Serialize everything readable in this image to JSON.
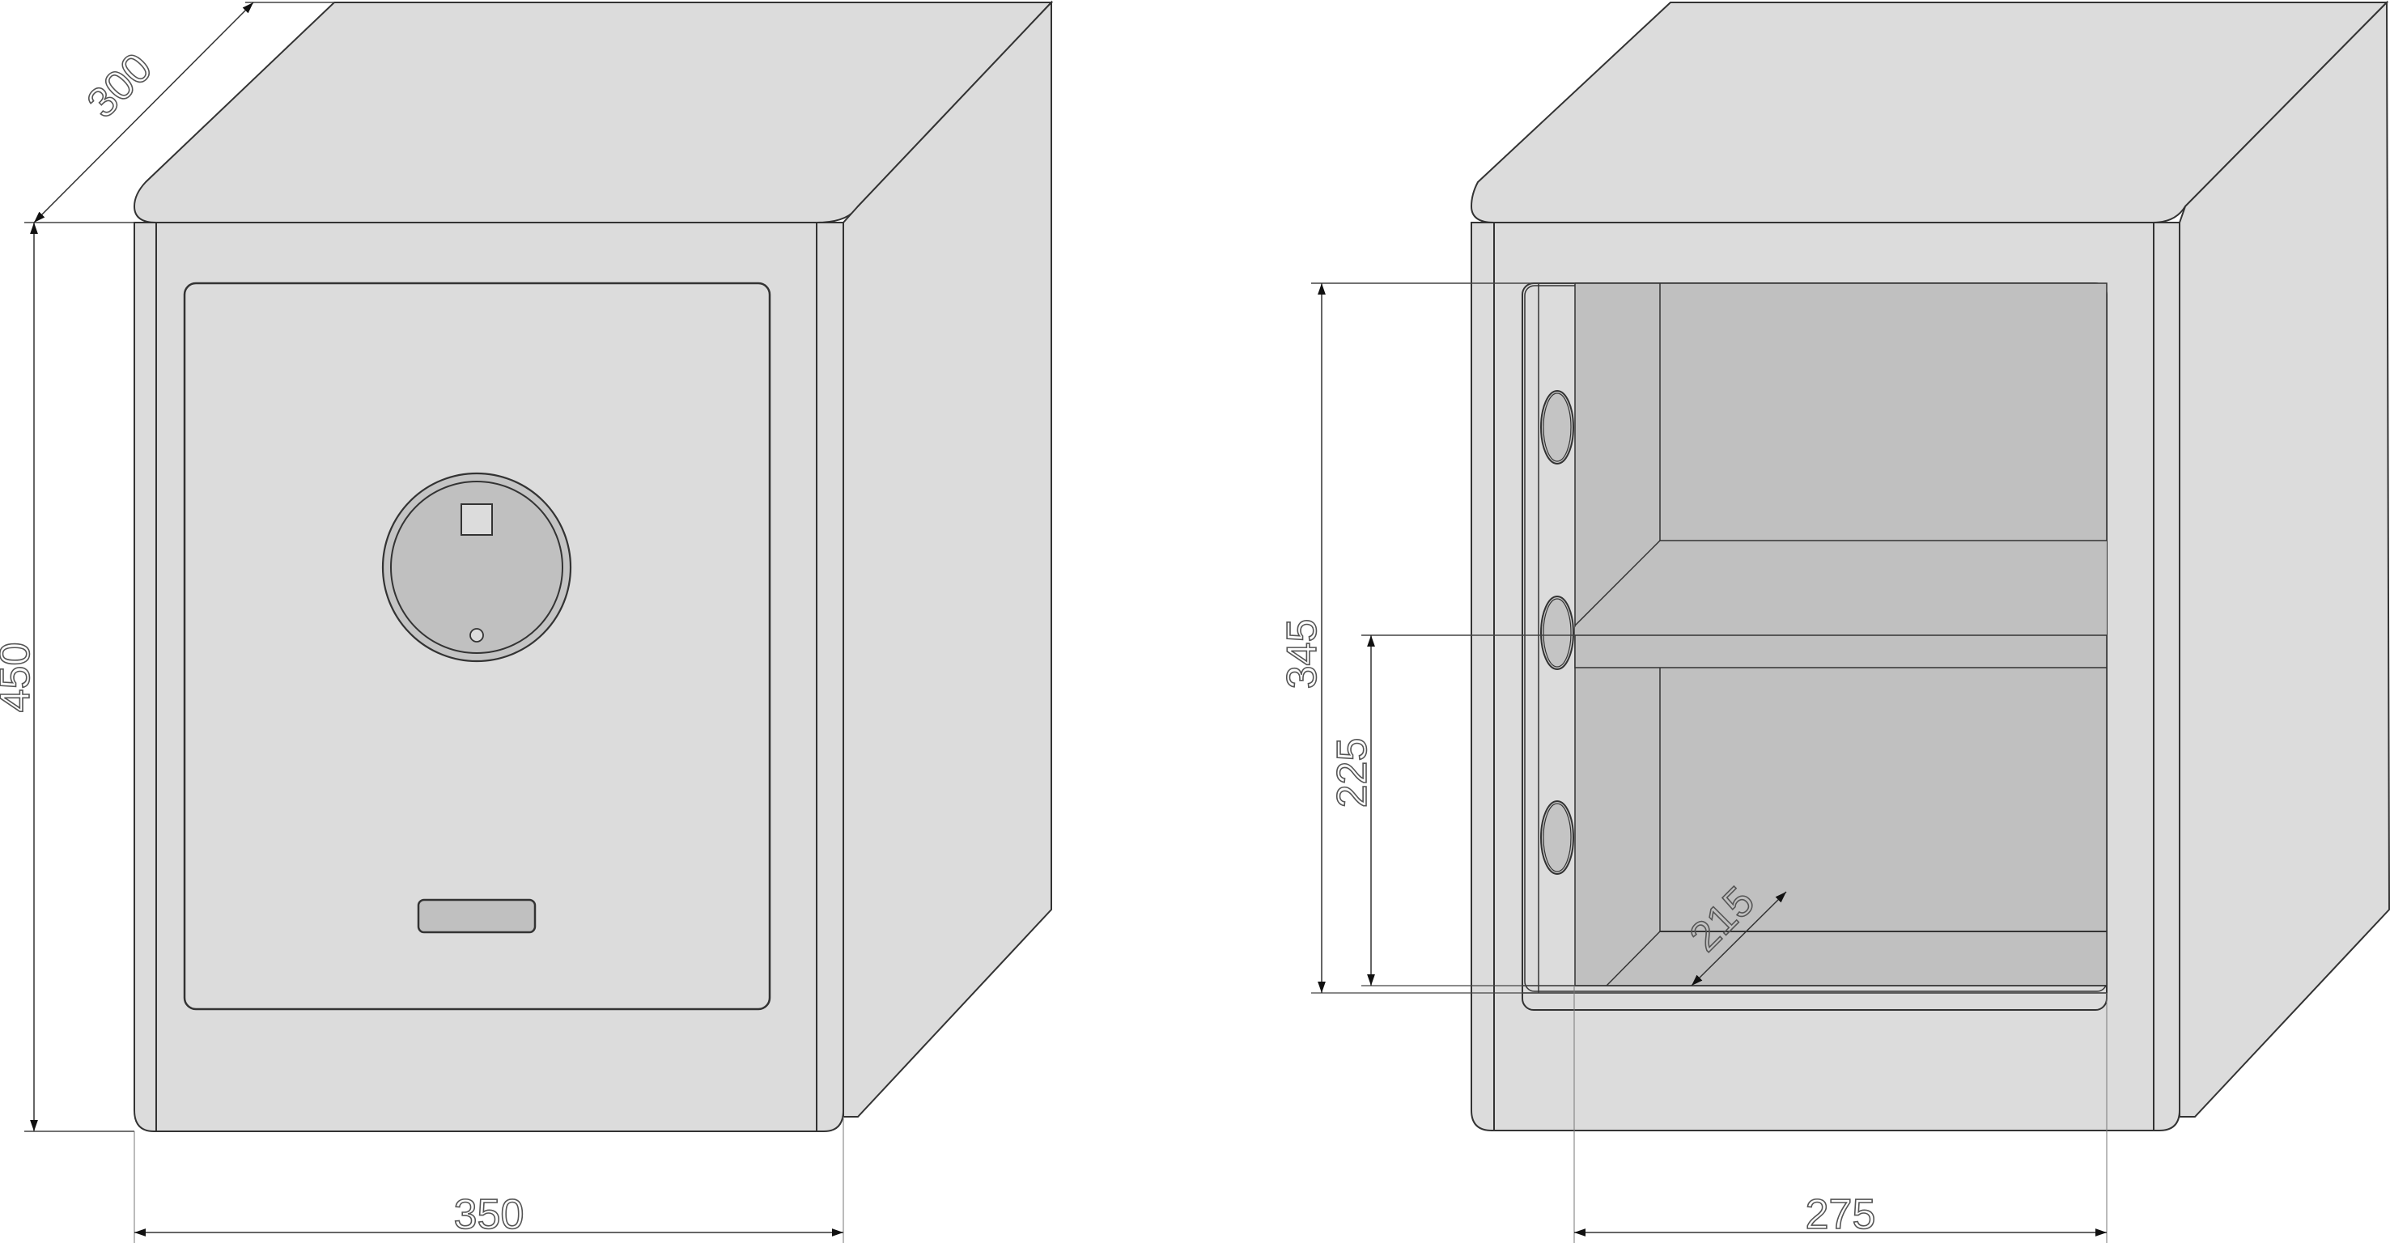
{
  "drawing": {
    "title": "Safe dimensional drawing",
    "units": "mm",
    "colors": {
      "background": "#ffffff",
      "body_fill": "#dcdcdc",
      "interior_fill": "#c0c0c0",
      "line": "#333333",
      "dim_line": "#444444",
      "dim_text": "#555555"
    }
  },
  "views": [
    {
      "name": "closed-front-view",
      "parts": [
        "body",
        "top",
        "right-side",
        "door-panel",
        "round-lock-dial",
        "dial-square-window",
        "dial-keyhole",
        "door-handle"
      ]
    },
    {
      "name": "open-interior-view",
      "parts": [
        "body",
        "top",
        "right-side",
        "door-frame",
        "interior-back-wall",
        "interior-side-wall",
        "shelf",
        "floor",
        "locking-bolts"
      ],
      "locking_bolts": 3
    }
  ],
  "dimensions": {
    "closed": {
      "depth": "300",
      "height": "450",
      "width": "350"
    },
    "open": {
      "interior_height": "345",
      "shelf_height": "225",
      "interior_depth": "215",
      "interior_width": "275"
    }
  }
}
